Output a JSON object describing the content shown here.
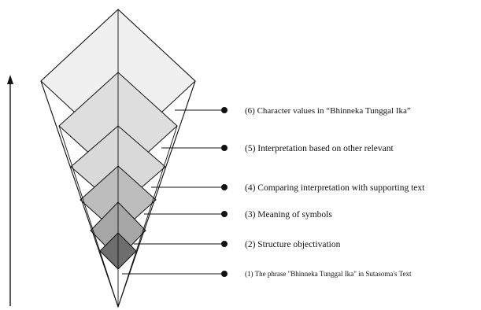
{
  "diagram": {
    "levels": [
      {
        "label": "(1)  The phrase \"Bhinneka Tunggal Ika\" in Sutasoma's Text"
      },
      {
        "label": "(2) Structure objectivation"
      },
      {
        "label": "(3) Meaning of symbols"
      },
      {
        "label": "(4) Comparing interpretation with supporting text"
      },
      {
        "label": "(5) Interpretation based on other relevant"
      },
      {
        "label": "(6) Character values in “Bhinneka Tunggal Ika”"
      }
    ],
    "colors": {
      "level_fills": [
        "#ffffff",
        "#6e6e6e",
        "#a6a6a6",
        "#bdbdbd",
        "#d9d9d9",
        "#dedede",
        "#f0f0f0"
      ],
      "stroke": "#111111",
      "text": "#111111"
    }
  }
}
